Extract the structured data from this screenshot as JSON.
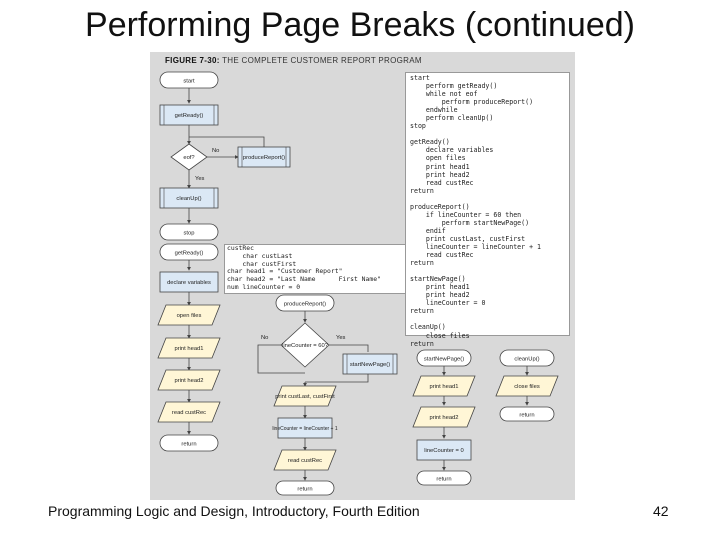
{
  "slide": {
    "title": "Performing Page Breaks (continued)",
    "footer": "Programming Logic and Design, Introductory, Fourth Edition",
    "page_number": "42"
  },
  "figure": {
    "label": "FIGURE 7-30:",
    "caption": "THE COMPLETE CUSTOMER REPORT PROGRAM",
    "code": "start\n    perform getReady()\n    while not eof\n        perform produceReport()\n    endwhile\n    perform cleanUp()\nstop\n\ngetReady()\n    declare variables\n    open files\n    print head1\n    print head2\n    read custRec\nreturn\n\nproduceReport()\n    if lineCounter = 60 then\n        perform startNewPage()\n    endif\n    print custLast, custFirst\n    lineCounter = lineCounter + 1\n    read custRec\nreturn\n\nstartNewPage()\n    print head1\n    print head2\n    lineCounter = 0\nreturn\n\ncleanUp()\n    close files\nreturn",
    "declarations": "custRec\n    char custLast\n    char custFirst\nchar head1 = \"Customer Report\"\nchar head2 = \"Last Name      First Name\"\nnum lineCounter = 0",
    "flow_labels": {
      "start": "start",
      "get_ready_call": "getReady()",
      "eof_decision": "eof?",
      "no": "No",
      "yes": "Yes",
      "produce_report_call": "produceReport()",
      "clean_up_call": "cleanUp()",
      "stop": "stop",
      "get_ready_module": "getReady()",
      "declare_variables": "declare variables",
      "open_files": "open files",
      "print_head1": "print head1",
      "print_head2": "print head2",
      "read_custrec": "read custRec",
      "return": "return",
      "produce_report_module": "produceReport()",
      "line_counter_decision": "lineCounter = 60?",
      "print_cust": "print custLast, custFirst",
      "increment_counter": "lineCounter = lineCounter + 1",
      "start_new_page_call": "startNewPage()",
      "start_new_page_module": "startNewPage()",
      "reset_counter": "lineCounter = 0",
      "clean_up_module": "cleanUp()",
      "close_files": "close files"
    }
  },
  "colors": {
    "figure_bg": "#d9d9d9",
    "terminal_fill": "#ffffff",
    "process_fill": "#dbe8f5",
    "io_fill": "#fff6d6",
    "line": "#444444"
  }
}
